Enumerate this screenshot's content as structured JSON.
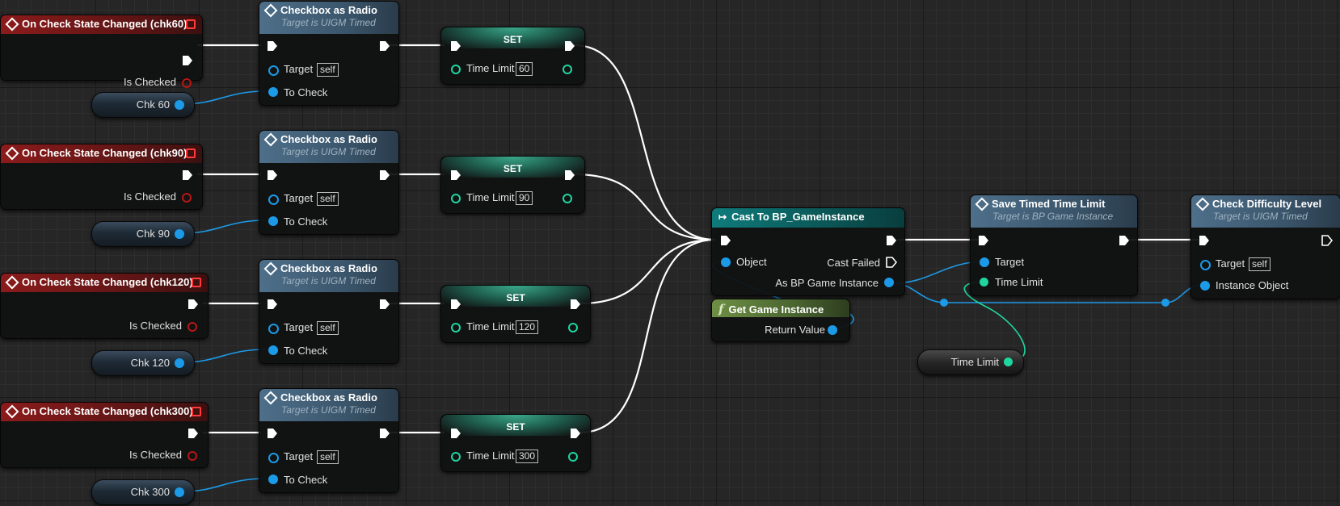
{
  "events": [
    {
      "title": "On Check State Changed (chk60)",
      "pin": "Is Checked"
    },
    {
      "title": "On Check State Changed (chk90)",
      "pin": "Is Checked"
    },
    {
      "title": "On Check State Changed (chk120)",
      "pin": "Is Checked"
    },
    {
      "title": "On Check State Changed (chk300)",
      "pin": "Is Checked"
    }
  ],
  "radio_nodes": [
    {
      "title": "Checkbox as Radio",
      "subtitle": "Target is UIGM Timed",
      "target": "Target",
      "target_value": "self",
      "to_check": "To Check"
    },
    {
      "title": "Checkbox as Radio",
      "subtitle": "Target is UIGM Timed",
      "target": "Target",
      "target_value": "self",
      "to_check": "To Check"
    },
    {
      "title": "Checkbox as Radio",
      "subtitle": "Target is UIGM Timed",
      "target": "Target",
      "target_value": "self",
      "to_check": "To Check"
    },
    {
      "title": "Checkbox as Radio",
      "subtitle": "Target is UIGM Timed",
      "target": "Target",
      "target_value": "self",
      "to_check": "To Check"
    }
  ],
  "vars": [
    "Chk 60",
    "Chk 90",
    "Chk 120",
    "Chk 300"
  ],
  "set_nodes": [
    {
      "title": "SET",
      "pin": "Time Limit",
      "value": "60"
    },
    {
      "title": "SET",
      "pin": "Time Limit",
      "value": "90"
    },
    {
      "title": "SET",
      "pin": "Time Limit",
      "value": "120"
    },
    {
      "title": "SET",
      "pin": "Time Limit",
      "value": "300"
    }
  ],
  "cast": {
    "title": "Cast To BP_GameInstance",
    "object": "Object",
    "failed": "Cast Failed",
    "result": "As BP Game Instance"
  },
  "get_instance": {
    "title": "Get Game Instance",
    "return": "Return Value"
  },
  "save": {
    "title": "Save Timed Time Limit",
    "subtitle": "Target is BP Game Instance",
    "target": "Target",
    "time_limit": "Time Limit"
  },
  "time_limit_var": "Time Limit",
  "check": {
    "title": "Check Difficulty Level",
    "subtitle": "Target is UIGM Timed",
    "target": "Target",
    "target_value": "self",
    "instance": "Instance Object"
  },
  "colors": {
    "exec": "#ffffff",
    "object": "#1b9ae8",
    "integer": "#1fd6a0",
    "bool": "#b81616",
    "event_header": "#8c1b1b",
    "function_header": "#4e6f8a",
    "cast_header": "#0f7b7b",
    "pure_header": "#6e8f45"
  }
}
